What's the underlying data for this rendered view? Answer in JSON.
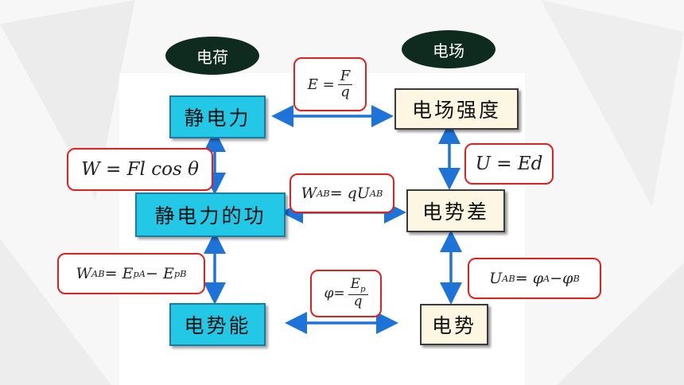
{
  "pills": {
    "charge": "电荷",
    "field": "电场"
  },
  "nodes": {
    "electrostatic_force": "静电力",
    "work": "静电力的功",
    "potential_energy": "电势能",
    "field_strength": "电场强度",
    "potential_difference": "电势差",
    "potential": "电势"
  },
  "formulas": {
    "e_field": {
      "lhs": "E =",
      "num": "F",
      "den": "q"
    },
    "work_cos": "W = Fl cos θ",
    "u_ed": "U = Ed",
    "w_qu": {
      "w": "W",
      "w_sub": "AB",
      "mid": " = qU",
      "u_sub": "AB"
    },
    "w_ep": {
      "w": "W",
      "w_sub": "AB",
      "mid": " = E",
      "e1_sub": "pA",
      "minus": " − E",
      "e2_sub": "pB"
    },
    "phi": {
      "lhs": "φ=",
      "num": "E",
      "num_sub": "p",
      "den": "q"
    },
    "u_phi": {
      "u": "U",
      "u_sub": "AB",
      "mid": " = φ",
      "a_sub": "A",
      "minus": "−φ",
      "b_sub": "B"
    }
  },
  "colors": {
    "arrow": "#1e73d9",
    "cyan": "#22c8e6",
    "red_border": "#e0211f",
    "pill": "#0f2a1f"
  }
}
